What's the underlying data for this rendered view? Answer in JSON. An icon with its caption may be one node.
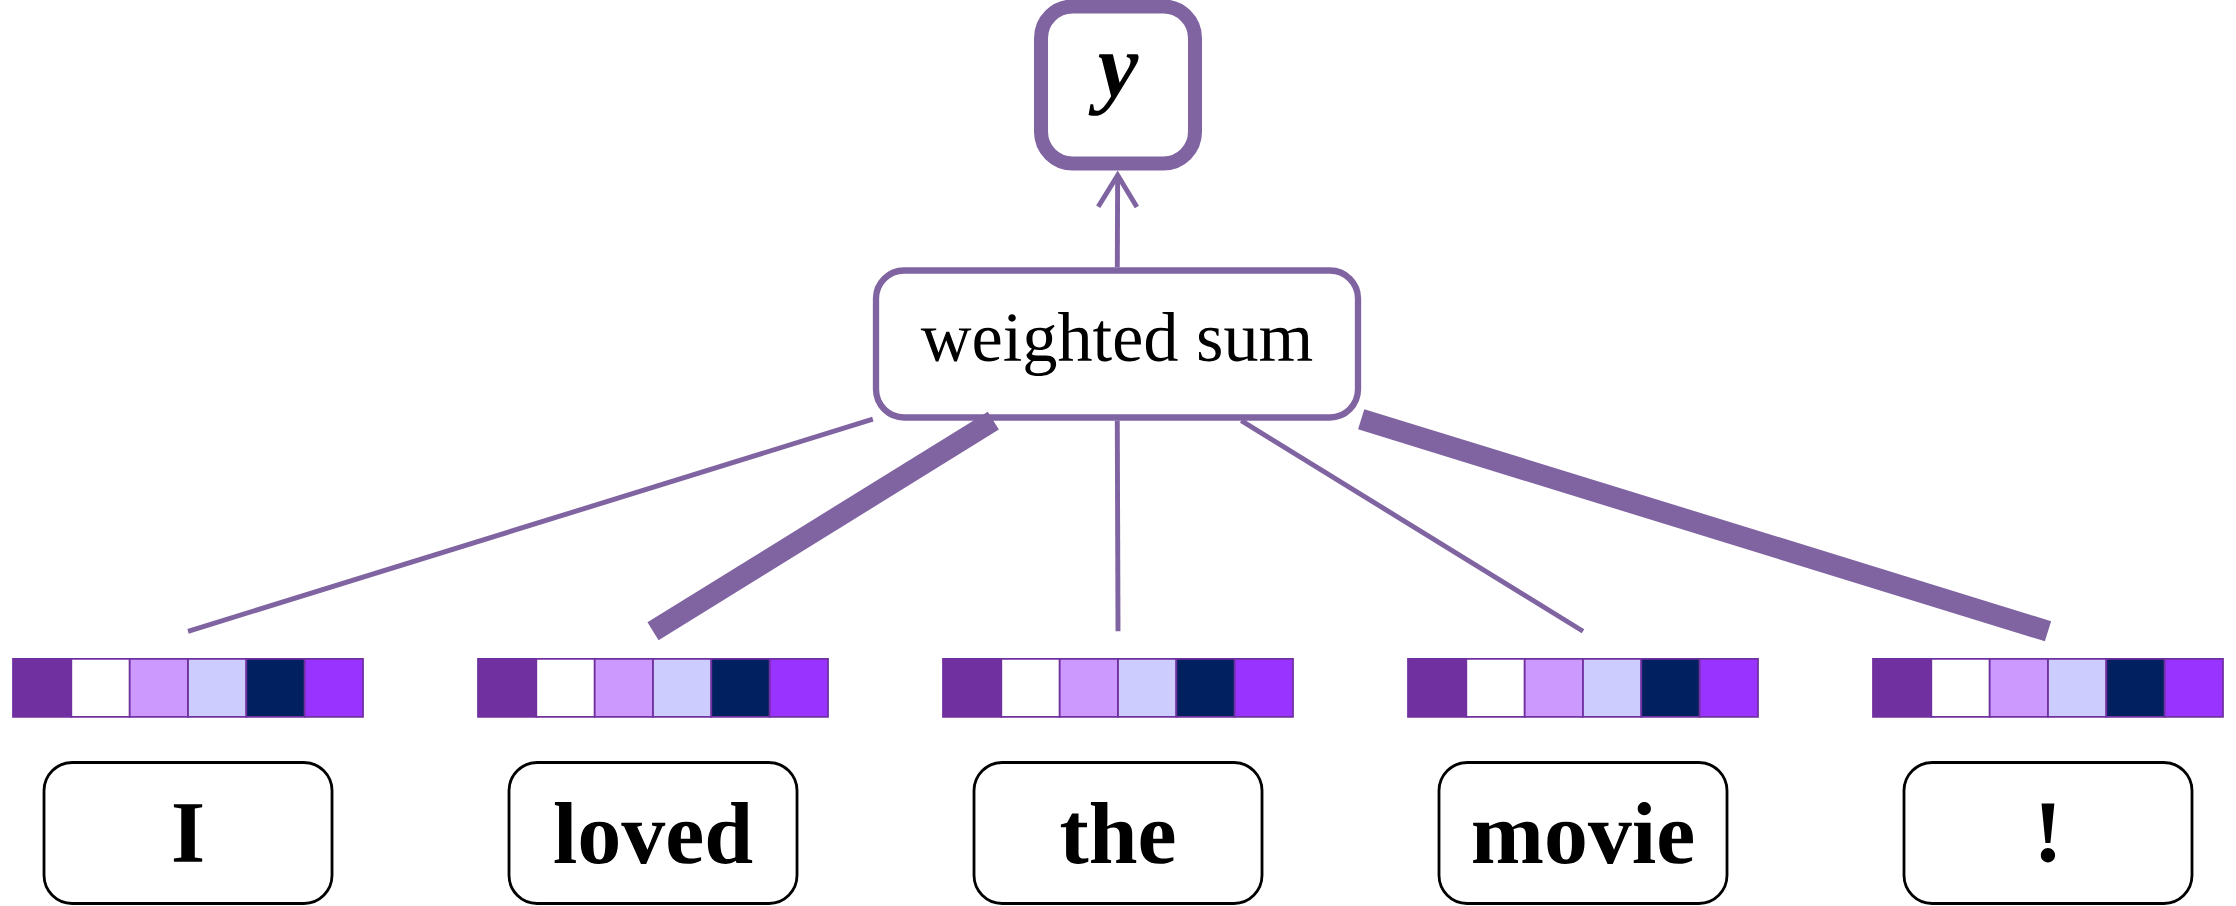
{
  "diagram": {
    "nodes": [
      {
        "text": [
          "y"
        ]
      },
      {
        "text": [
          "weighted sum"
        ]
      },
      {
        "text": [],
        "shape": "bar"
      },
      {
        "text": [],
        "shape": "bar"
      },
      {
        "text": [],
        "shape": "bar"
      },
      {
        "text": [],
        "shape": "bar"
      },
      {
        "text": [],
        "shape": "bar"
      },
      {
        "text": [
          "I"
        ]
      },
      {
        "text": [
          "loved"
        ]
      },
      {
        "text": [
          "the"
        ]
      },
      {
        "text": [
          "movie"
        ]
      },
      {
        "text": [
          "!"
        ]
      }
    ],
    "edges": [
      {
        "from": 2,
        "to": 1,
        "arrow": "none"
      },
      {
        "from": 3,
        "to": 1,
        "arrow": "none",
        "style": "thick"
      },
      {
        "from": 4,
        "to": 1,
        "arrow": "none"
      },
      {
        "from": 5,
        "to": 1,
        "arrow": "none"
      },
      {
        "from": 6,
        "to": 1,
        "arrow": "none",
        "style": "thick"
      },
      {
        "from": 1,
        "to": 0,
        "arrow": "to"
      }
    ]
  }
}
